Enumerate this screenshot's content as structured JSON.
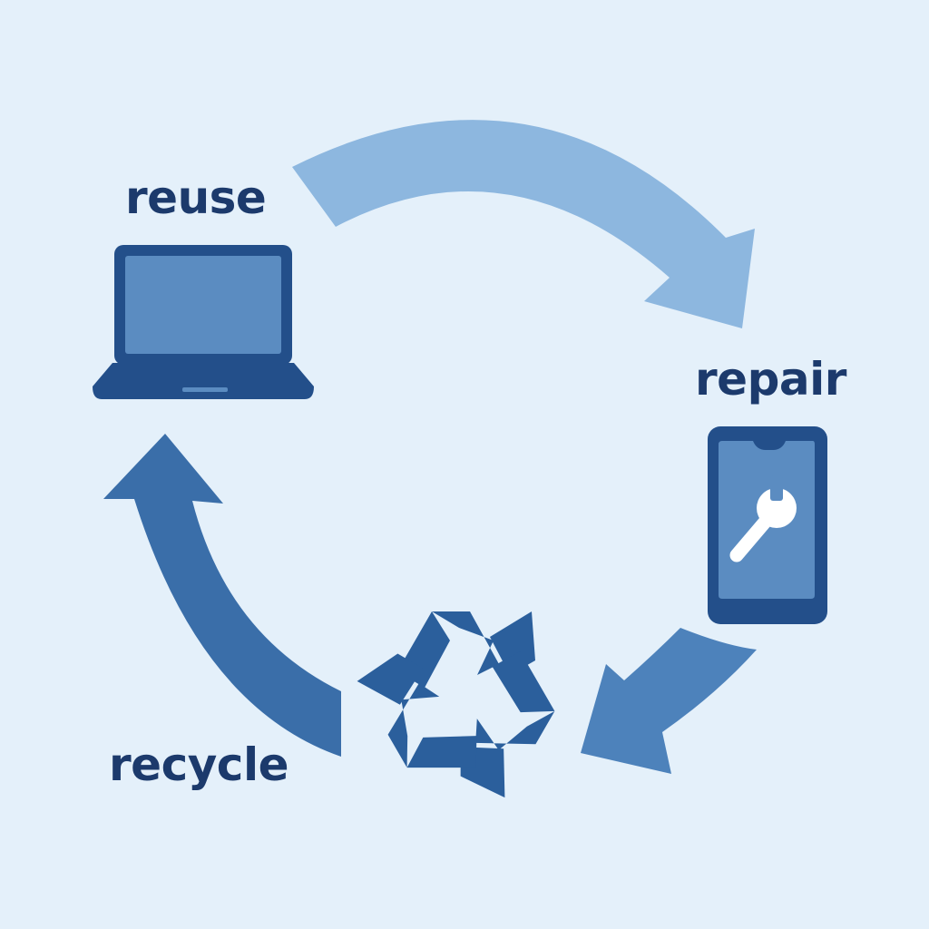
{
  "steps": {
    "reuse": {
      "label": "reuse"
    },
    "repair": {
      "label": "repair"
    },
    "recycle": {
      "label": "recycle"
    }
  },
  "icons": {
    "reuse": "laptop-icon",
    "repair": "phone-wrench-icon",
    "recycle": "recycle-icon"
  },
  "colors": {
    "background": "#e4f0fa",
    "label": "#1c3a6c",
    "device_dark": "#234f8a",
    "device_screen": "#5b8cc1",
    "arrow_top": "#8db7df",
    "arrow_right": "#4d82bb",
    "arrow_left": "#3a6ea9",
    "recycle_symbol": "#2b5f9c",
    "wrench": "#ffffff"
  }
}
